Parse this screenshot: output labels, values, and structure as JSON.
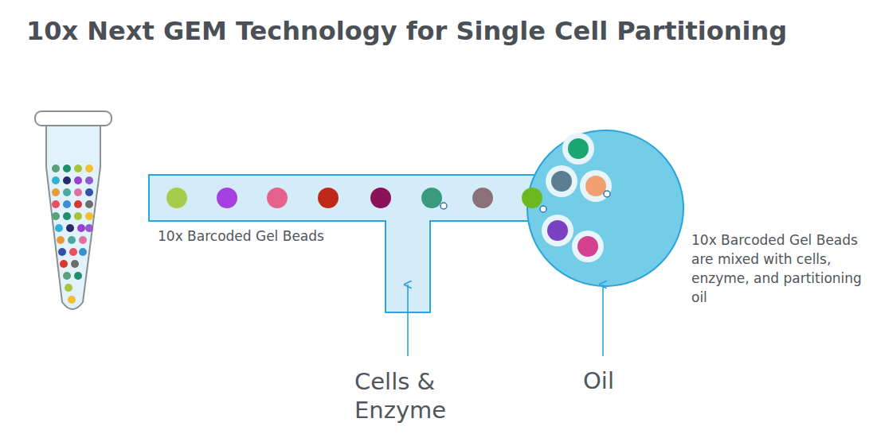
{
  "diagram": {
    "title": "10x Next GEM Technology for Single Cell Partitioning",
    "labels": [
      "10x Barcoded Gel Beads",
      "Cells & Enzyme",
      "Oil",
      "10x Barcoded Gel Beads are mixed with cells, enzyme, and partitioning oil"
    ]
  }
}
